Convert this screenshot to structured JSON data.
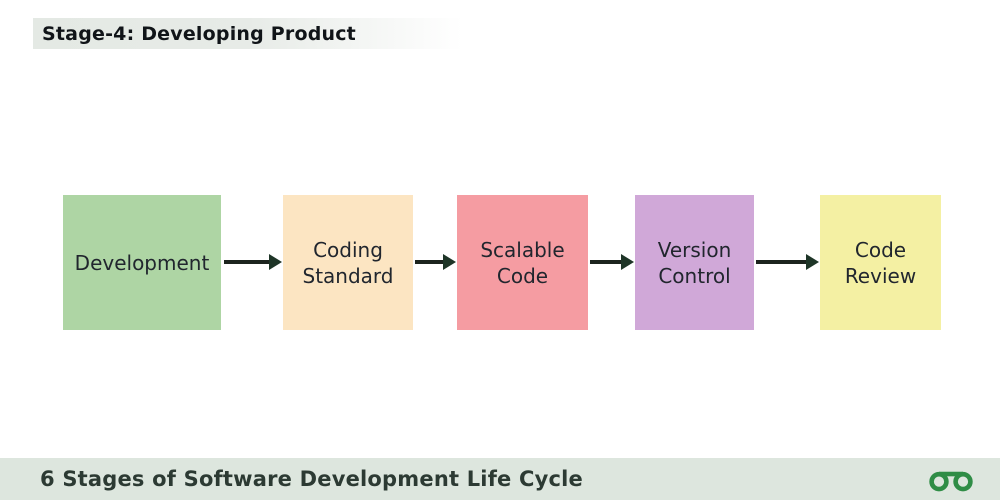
{
  "header": {
    "title": "Stage-4: Developing Product",
    "bar_color": "#e4e9e4"
  },
  "diagram": {
    "nodes": [
      {
        "label": "Development",
        "color": "#aed5a4"
      },
      {
        "label": "Coding Standard",
        "color": "#fce5c2"
      },
      {
        "label": "Scalable Code",
        "color": "#f59ca2"
      },
      {
        "label": "Version Control",
        "color": "#d0a8d8"
      },
      {
        "label": "Code Review",
        "color": "#f4f0a3"
      }
    ],
    "arrow_color": "#1e3527",
    "text_color": "#21262e"
  },
  "footer": {
    "caption": "6 Stages of Software Development Life Cycle",
    "bar_color": "#dde6de",
    "logo": "geeksforgeeks-logo",
    "logo_color": "#2f8d46"
  }
}
